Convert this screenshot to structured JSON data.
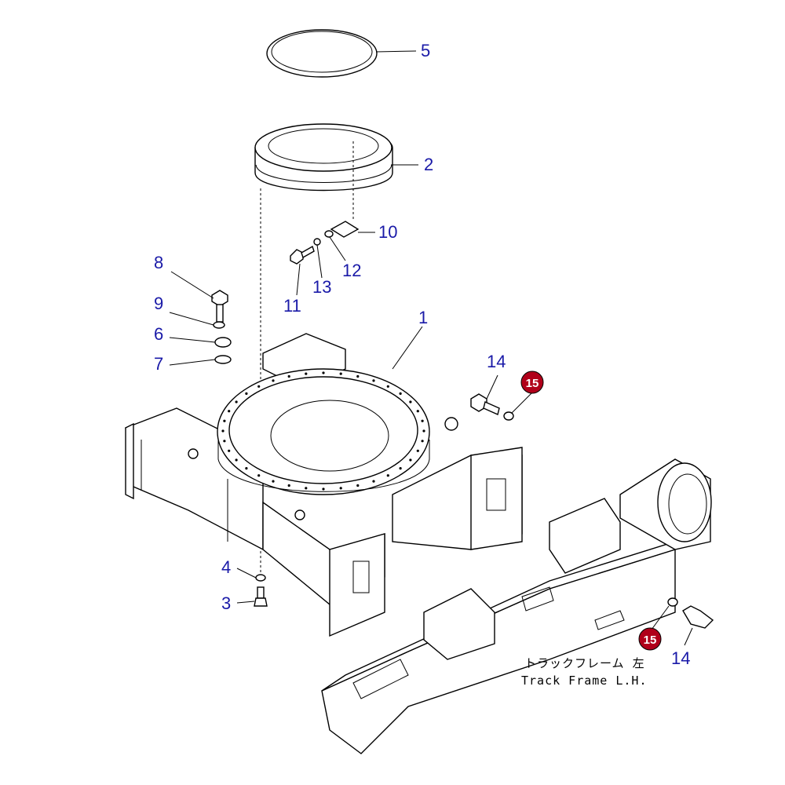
{
  "callouts": [
    {
      "id": "5",
      "label": "5"
    },
    {
      "id": "2",
      "label": "2"
    },
    {
      "id": "10",
      "label": "10"
    },
    {
      "id": "12",
      "label": "12"
    },
    {
      "id": "13",
      "label": "13"
    },
    {
      "id": "11",
      "label": "11"
    },
    {
      "id": "8",
      "label": "8"
    },
    {
      "id": "9",
      "label": "9"
    },
    {
      "id": "6",
      "label": "6"
    },
    {
      "id": "7",
      "label": "7"
    },
    {
      "id": "1",
      "label": "1"
    },
    {
      "id": "14a",
      "label": "14"
    },
    {
      "id": "15a",
      "label": "15"
    },
    {
      "id": "4",
      "label": "4"
    },
    {
      "id": "3",
      "label": "3"
    },
    {
      "id": "15b",
      "label": "15"
    },
    {
      "id": "14b",
      "label": "14"
    }
  ],
  "caption": {
    "japanese": "トラックフレーム 左",
    "english": "Track Frame L.H."
  },
  "colors": {
    "callout_text": "#1a1aa8",
    "badge_fill": "#b0001a",
    "line": "#000000"
  }
}
